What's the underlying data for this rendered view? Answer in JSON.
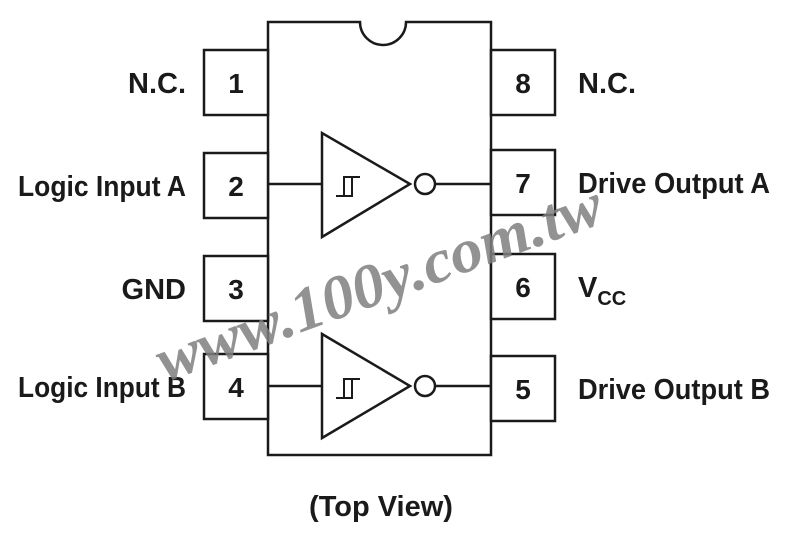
{
  "watermark": "www.100y.com.tw",
  "view_label": "(Top View)",
  "pins": {
    "p1": {
      "number": "1",
      "label": "N.C."
    },
    "p2": {
      "number": "2",
      "label": "Logic Input A"
    },
    "p3": {
      "number": "3",
      "label": "GND"
    },
    "p4": {
      "number": "4",
      "label": "Logic Input B"
    },
    "p5": {
      "number": "5",
      "label": "Drive Output B"
    },
    "p6": {
      "number": "6",
      "label_main": "V",
      "label_sub": "CC"
    },
    "p7": {
      "number": "7",
      "label": "Drive Output A"
    },
    "p8": {
      "number": "8",
      "label": "N.C."
    }
  },
  "colors": {
    "line": "#1a1a1a",
    "watermark": "#7f7f7f"
  }
}
